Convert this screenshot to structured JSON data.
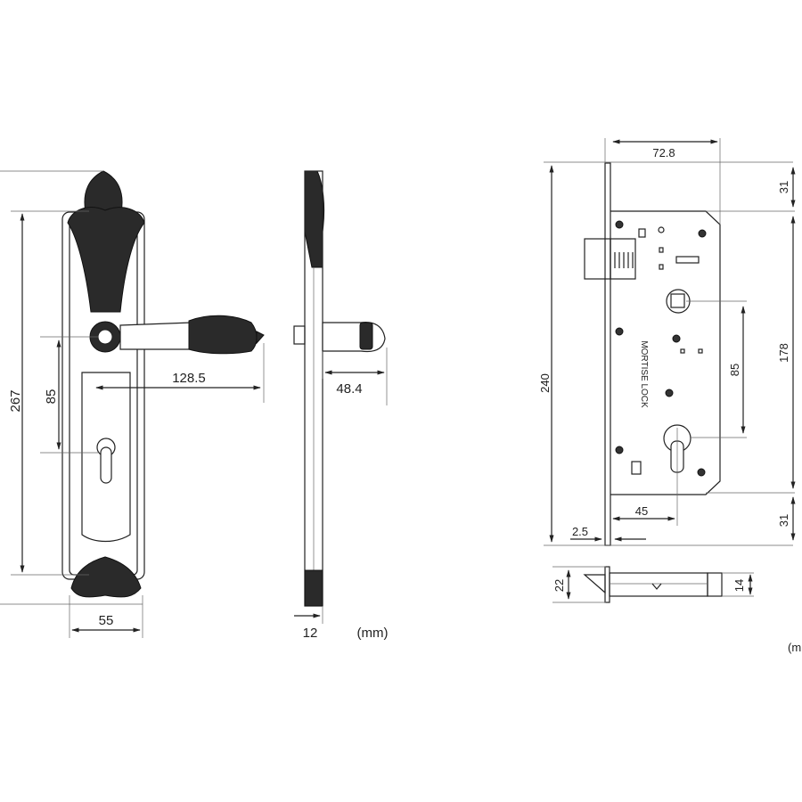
{
  "handle_front": {
    "dim_height": "267",
    "dim_spindle_to_key": "85",
    "dim_lever_length": "128.5",
    "dim_width": "55"
  },
  "handle_side": {
    "dim_projection": "48.4",
    "dim_thickness": "12",
    "unit": "(mm)"
  },
  "mortise": {
    "dim_case_depth": "72.8",
    "dim_total_height": "240",
    "dim_top_offset": "31",
    "dim_case_height": "178",
    "dim_bottom_offset": "31",
    "dim_spindle_to_cylinder": "85",
    "dim_backset": "45",
    "dim_faceplate": "2.5",
    "engraved_text": "MORTISE LOCK"
  },
  "latch": {
    "dim_width": "22",
    "dim_height": "14"
  },
  "unit_cut": "(m"
}
